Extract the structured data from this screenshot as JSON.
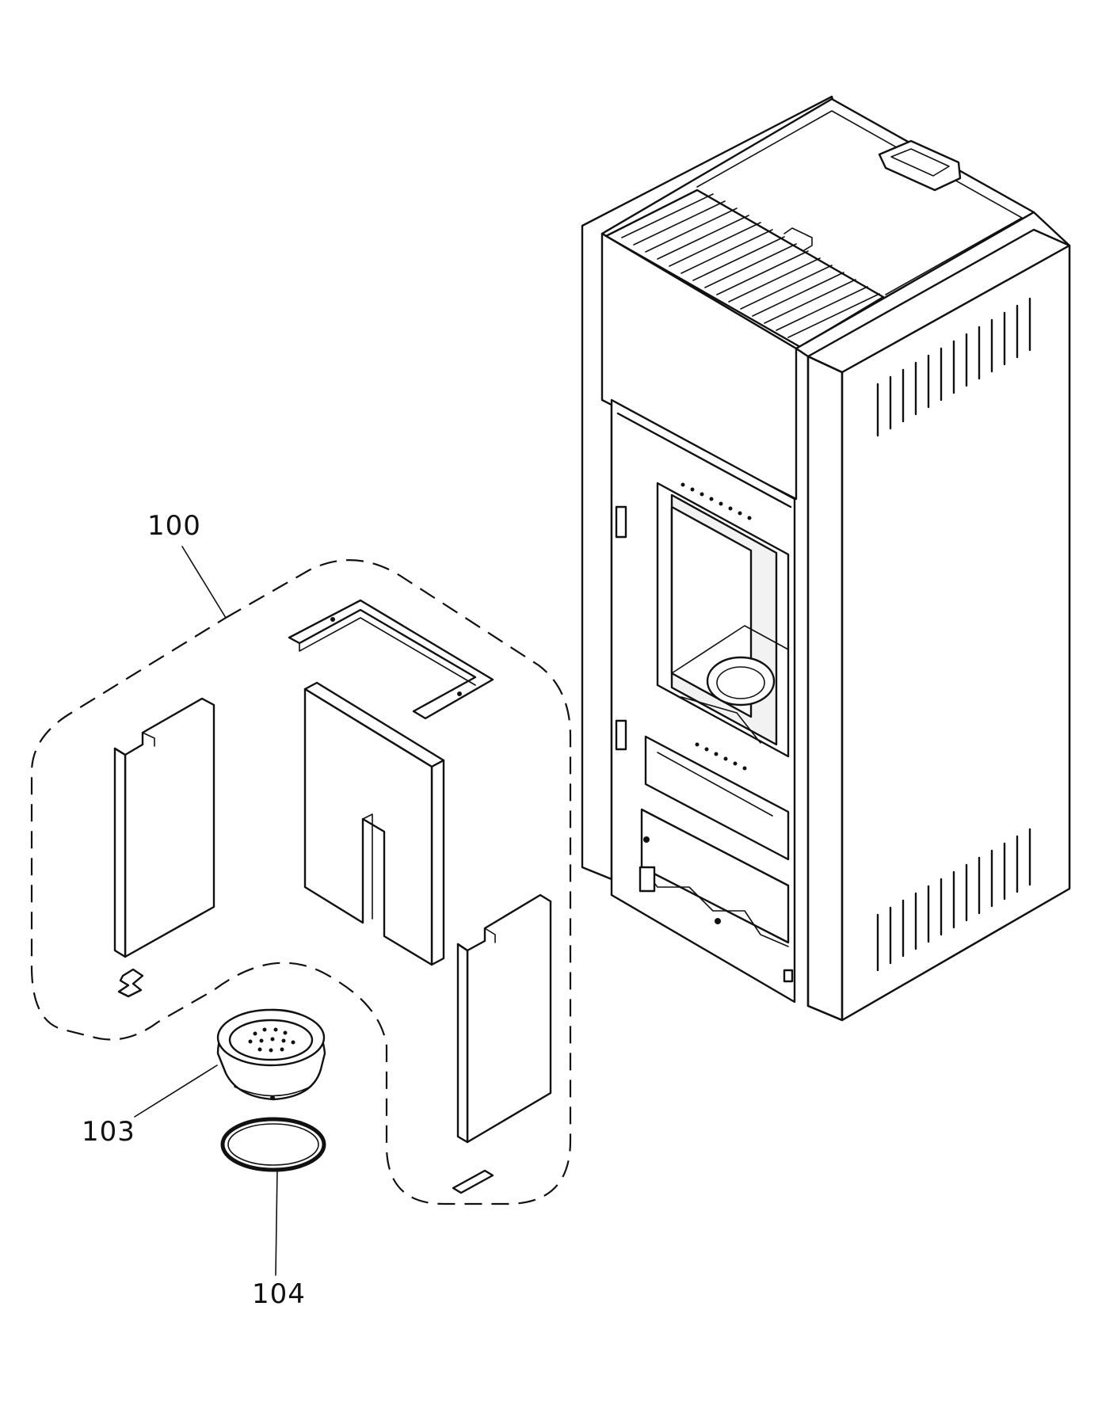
{
  "diagram": {
    "callouts": {
      "c100": "100",
      "c103": "103",
      "c104": "104"
    },
    "colors": {
      "line": "#111111",
      "background": "#ffffff"
    }
  }
}
